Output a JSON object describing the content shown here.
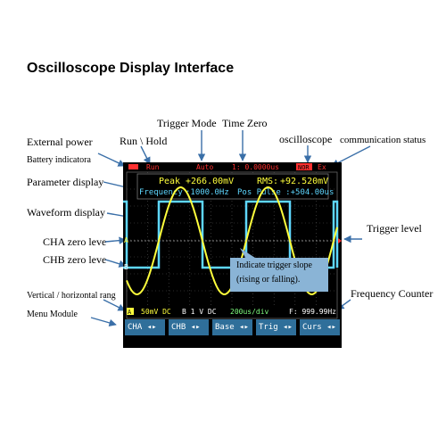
{
  "title": "Oscilloscope Display Interface",
  "annotations": {
    "external_power": "External power",
    "battery_indicator": "Battery indicatora",
    "run_hold": "Run \\ Hold",
    "trigger_mode": "Trigger Mode",
    "time_zero": "Time Zero",
    "oscilloscope": "oscilloscope",
    "communication_status": "communication status",
    "parameter_display": "Parameter display",
    "waveform_display": "Waveform display",
    "cha_zero": "CHA zero leve",
    "chb_zero": "CHB zero leve",
    "trigger_level": "Trigger level",
    "vertical_horizontal": "Vertical  /  horizontal  rang",
    "menu_module": "Menu Module",
    "frequency_counter": "Frequency  Counter",
    "slope_note_line1": "Indicate   trigger   slope",
    "slope_note_line2": "(rising or falling)."
  },
  "screen": {
    "status": {
      "run": "Run",
      "mode": "Auto",
      "time_zero": "1: 0.0000us",
      "scope_badge": "NOR",
      "comm": "Ex"
    },
    "params": {
      "peak_label": "Peak",
      "peak_value": "+266.00mV",
      "rms_label": "RMS:",
      "rms_value": "+92.520mV",
      "freq_label": "Frequency",
      "freq_value": ":1000.0Hz",
      "pos_pulse": "Pos Pulse :+504.00us"
    },
    "markers": {
      "cha": "A",
      "chb": "B",
      "trig": "T"
    },
    "bottom": {
      "cha_range": "50mV DC",
      "chb_range": "B  1  V  DC",
      "timebase": "200us/div",
      "freq": "F: 999.99Hz"
    },
    "menu": [
      "CHA",
      "CHB",
      "Base",
      "Trig",
      "Curs"
    ]
  },
  "colors": {
    "cha_trace": "#ffff3c",
    "chb_trace": "#5ed7ff",
    "status_red": "#ff3030",
    "menu_bg": "#2f6f9a",
    "callout_bg": "#8ab4d6"
  }
}
